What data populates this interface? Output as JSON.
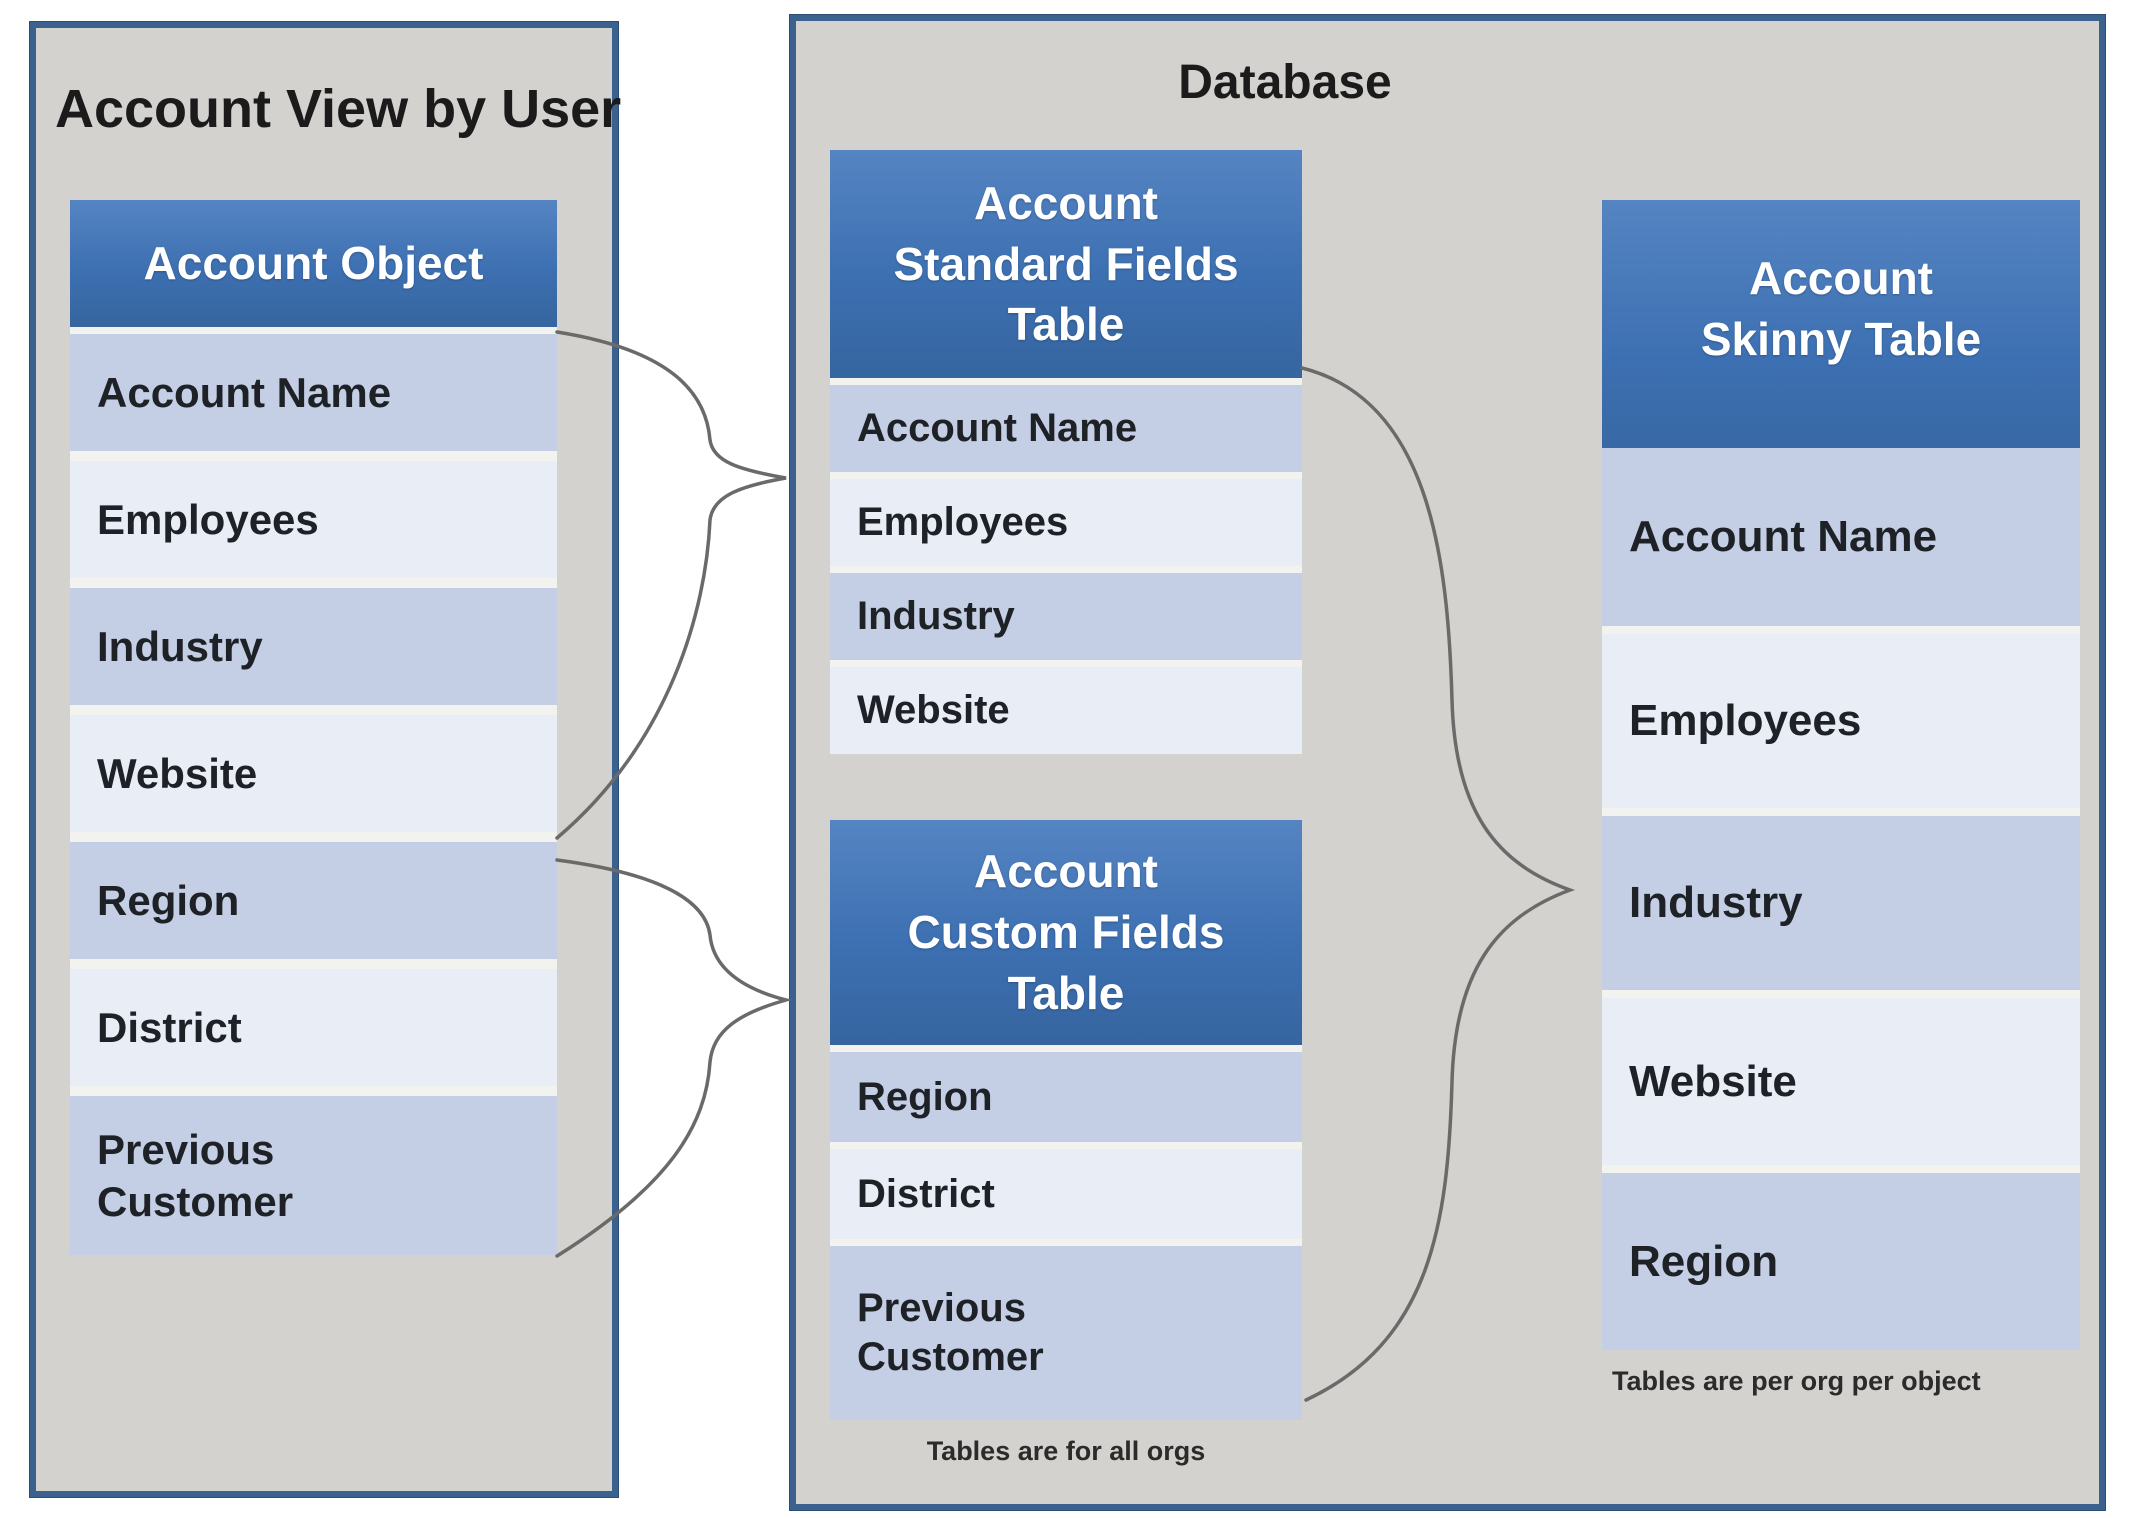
{
  "left_panel": {
    "title": "Account View by User",
    "account_object_table": {
      "header": "Account Object",
      "rows": [
        "Account Name",
        "Employees",
        "Industry",
        "Website",
        "Region",
        "District",
        "Previous\nCustomer"
      ]
    }
  },
  "database_panel": {
    "title": "Database",
    "standard_fields_table": {
      "header": "Account\nStandard Fields\nTable",
      "rows": [
        "Account Name",
        "Employees",
        "Industry",
        "Website"
      ]
    },
    "custom_fields_table": {
      "header": "Account\nCustom Fields\nTable",
      "rows": [
        "Region",
        "District",
        "Previous\nCustomer"
      ],
      "caption": "Tables are for all orgs"
    },
    "skinny_table": {
      "header": "Account\nSkinny Table",
      "rows": [
        "Account Name",
        "Employees",
        "Industry",
        "Website",
        "Region"
      ],
      "caption": "Tables are per org per object"
    }
  },
  "colors": {
    "header_blue": "#3d70b2",
    "header_blue_light": "#5584c2",
    "row_dark": "#c4cee5",
    "row_light": "#e9edf6",
    "panel_gray": "#d4d2cf",
    "panel_border": "#3b618e",
    "connector": "#6a6a6a",
    "row_text": "#1e2126",
    "title_text": "#1b1b1b"
  }
}
